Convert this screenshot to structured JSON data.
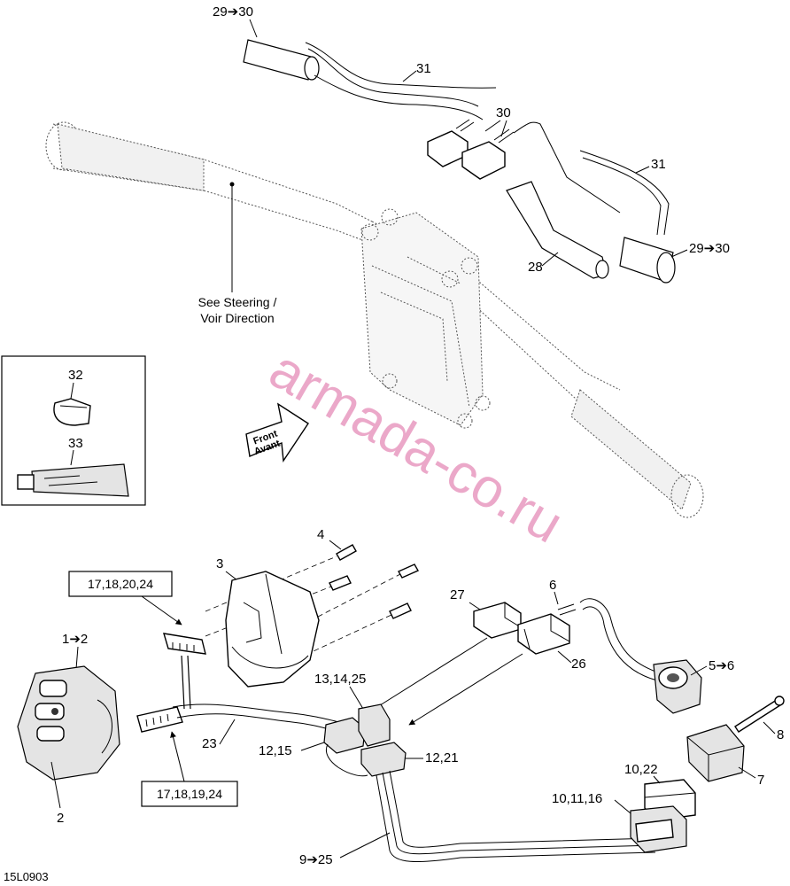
{
  "diagram": {
    "code": "15L0903",
    "watermark": "armada-co.ru",
    "note": {
      "line1": "See Steering /",
      "line2": "Voir Direction"
    },
    "direction": {
      "line1": "Front",
      "line2": "Avant"
    },
    "callouts": {
      "c29_30_top": "29➔30",
      "c31_top": "31",
      "c30": "30",
      "c31_right": "31",
      "c29_30_right": "29➔30",
      "c28": "28",
      "c32": "32",
      "c33": "33",
      "c4": "4",
      "c3": "3",
      "c27": "27",
      "c6": "6",
      "c1_2": "1➔2",
      "c26": "26",
      "c5_6": "5➔6",
      "c13_14_25": "13,14,25",
      "c8": "8",
      "c12_15": "12,15",
      "c12_21": "12,21",
      "c23": "23",
      "c7": "7",
      "c2": "2",
      "c10_22": "10,22",
      "c10_11_16": "10,11,16",
      "c9_25": "9➔25"
    },
    "boxed": {
      "b_top": "17,18,20,24",
      "b_bottom": "17,18,19,24"
    }
  }
}
